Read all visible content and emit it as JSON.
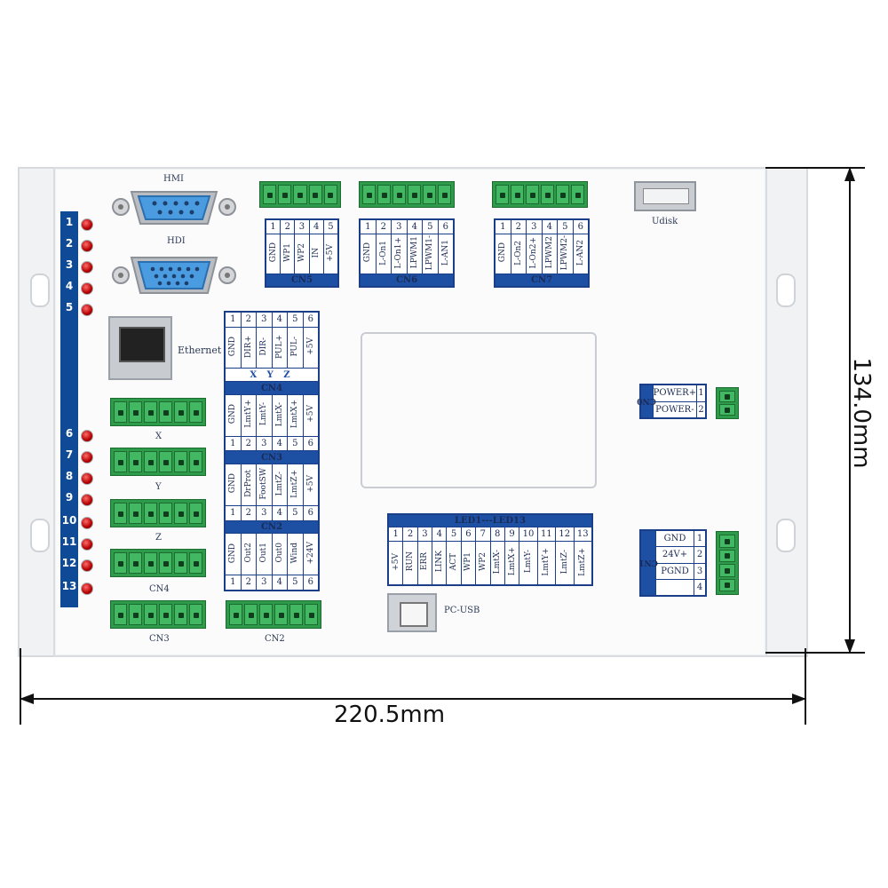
{
  "dimensions": {
    "width": "220.5mm",
    "height": "134.0mm"
  },
  "leds": [
    "1",
    "2",
    "3",
    "4",
    "5",
    "6",
    "7",
    "8",
    "9",
    "10",
    "11",
    "12",
    "13"
  ],
  "labels": {
    "hmi": "HMI",
    "hdi": "HDI",
    "ethernet": "Ethernet",
    "udisk": "Udisk",
    "pc_usb": "PC-USB",
    "x": "X",
    "y": "Y",
    "z": "Z",
    "cn4": "CN4",
    "cn3": "CN3",
    "cn2": "CN2"
  },
  "cn5": {
    "title": "CN5",
    "nums": [
      "1",
      "2",
      "3",
      "4",
      "5"
    ],
    "pins": [
      "GND",
      "WP1",
      "WP2",
      "IN",
      "+5V"
    ]
  },
  "cn6": {
    "title": "CN6",
    "nums": [
      "1",
      "2",
      "3",
      "4",
      "5",
      "6"
    ],
    "pins": [
      "GND",
      "L-On1",
      "L-On1+",
      "LPWM1",
      "LPWM1-",
      "L-AN1"
    ]
  },
  "cn7": {
    "title": "CN7",
    "nums": [
      "1",
      "2",
      "3",
      "4",
      "5",
      "6"
    ],
    "pins": [
      "GND",
      "L-On2",
      "L-On2+",
      "LPWM2",
      "LPWM2-",
      "L-AN2"
    ]
  },
  "xyz_block": {
    "nums": [
      "1",
      "2",
      "3",
      "4",
      "5",
      "6"
    ],
    "pins": [
      "GND",
      "DIR+",
      "DIR-",
      "PUL+",
      "PUL-",
      "+5V"
    ],
    "caption": "X Y Z"
  },
  "cn4": {
    "title": "CN4",
    "nums": [
      "1",
      "2",
      "3",
      "4",
      "5",
      "6"
    ],
    "pins": [
      "GND",
      "LmtY+",
      "LmtY-",
      "LmtX-",
      "LmtX+",
      "+5V"
    ]
  },
  "cn3": {
    "title": "CN3",
    "nums": [
      "1",
      "2",
      "3",
      "4",
      "5",
      "6"
    ],
    "pins": [
      "GND",
      "DrProt",
      "FootSW",
      "LmtZ-",
      "LmtZ+",
      "+5V"
    ]
  },
  "cn2": {
    "title": "CN2",
    "nums": [
      "1",
      "2",
      "3",
      "4",
      "5",
      "6"
    ],
    "pins": [
      "GND",
      "Out2",
      "Out1",
      "Out0",
      "Wind",
      "+24V"
    ]
  },
  "led_table": {
    "title": "LED1---LED13",
    "nums": [
      "1",
      "2",
      "3",
      "4",
      "5",
      "6",
      "7",
      "8",
      "9",
      "10",
      "11",
      "12",
      "13"
    ],
    "pins": [
      "+5V",
      "RUN",
      "ERR",
      "LINK",
      "ACT",
      "WP1",
      "WP2",
      "LmtX-",
      "LmtX+",
      "LmtY-",
      "LmtY+",
      "LmtZ-",
      "LmtZ+"
    ]
  },
  "cn0": {
    "title": "CN0",
    "rows": [
      {
        "name": "POWER+",
        "num": "1"
      },
      {
        "name": "POWER-",
        "num": "2"
      }
    ]
  },
  "cn1": {
    "title": "CN1",
    "rows": [
      {
        "name": "GND",
        "num": "1"
      },
      {
        "name": "24V+",
        "num": "2"
      },
      {
        "name": "PGND",
        "num": "3"
      },
      {
        "name": "",
        "num": "4"
      }
    ]
  }
}
